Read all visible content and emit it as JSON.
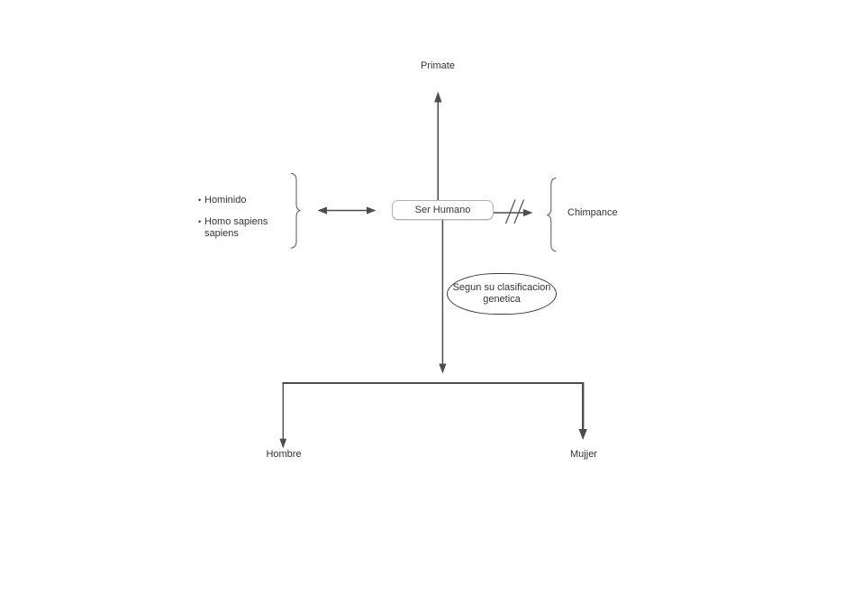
{
  "diagram": {
    "colors": {
      "line": "#4d4d4d",
      "brace": "#666666",
      "text": "#333333",
      "box_border": "#aab2c0",
      "bubble_border": "#3d3d3d",
      "background": "#ffffff"
    },
    "nodes": {
      "primate": {
        "label": "Primate"
      },
      "ser_humano": {
        "label": "Ser Humano"
      },
      "chimpance": {
        "label": "Chimpance"
      },
      "hombre": {
        "label": "Hombre"
      },
      "mujjer": {
        "label": "Mujjer"
      },
      "clasificacion_bubble": {
        "line1": "Segun su clasificacion",
        "line2": "genetica"
      }
    },
    "bullet_list": {
      "items": [
        {
          "bullet": "•",
          "label": "Hominido"
        },
        {
          "bullet": "•",
          "label": "Homo sapiens sapiens"
        }
      ]
    }
  }
}
